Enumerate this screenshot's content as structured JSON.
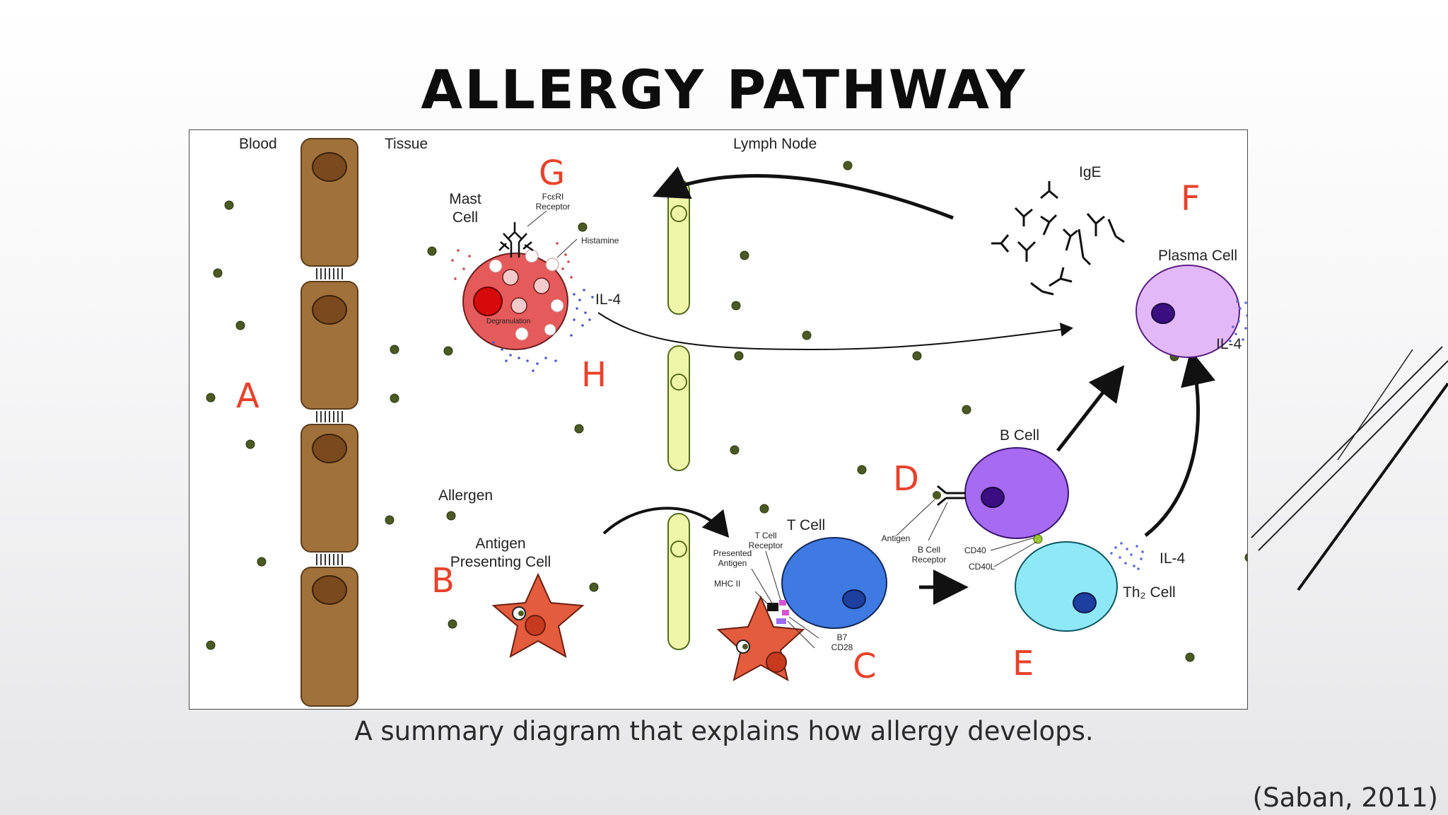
{
  "slide": {
    "title": "ALLERGY PATHWAY",
    "caption": "A summary diagram that explains how allergy develops.",
    "citation": "(Saban, 2011)"
  },
  "diagram": {
    "regions": {
      "blood": "Blood",
      "tissue": "Tissue",
      "lymph_node": "Lymph Node"
    },
    "stage_letters": [
      "A",
      "B",
      "C",
      "D",
      "E",
      "F",
      "G",
      "H"
    ],
    "labels": {
      "allergen": "Allergen",
      "apc_line1": "Antigen",
      "apc_line2": "Presenting Cell",
      "t_cell": "T Cell",
      "tcr_line1": "T Cell",
      "tcr_line2": "Receptor",
      "presented_line1": "Presented",
      "presented_line2": "Antigen",
      "mhc": "MHC II",
      "b7": "B7",
      "cd28": "CD28",
      "b_cell": "B Cell",
      "antigen": "Antigen",
      "bcr_line1": "B Cell",
      "bcr_line2": "Receptor",
      "cd40": "CD40",
      "cd40l": "CD40L",
      "th2": "Th₂ Cell",
      "il4_e": "IL-4",
      "plasma": "Plasma Cell",
      "il4_f": "IL-4",
      "ige": "IgE",
      "mast_line1": "Mast",
      "mast_line2": "Cell",
      "fceri_line1": "FcεRI",
      "fceri_line2": "Receptor",
      "histamine": "Histamine",
      "il4_h": "IL-4",
      "degranulation": "Degranulation"
    },
    "colors": {
      "vessel": "#a0713a",
      "nucleus_brown": "#7a4a1e",
      "lymph_vessel": "#eef7a8",
      "allergen_dot": "#4a5a22",
      "letter": "#e8422b",
      "apc": "#e35c3e",
      "t_cell": "#3f7ae3",
      "b_cell": "#a66bf0",
      "th2_cell": "#8fe8f5",
      "plasma_cell": "#e3b8f8",
      "mast_cell": "#e55a5a"
    }
  }
}
